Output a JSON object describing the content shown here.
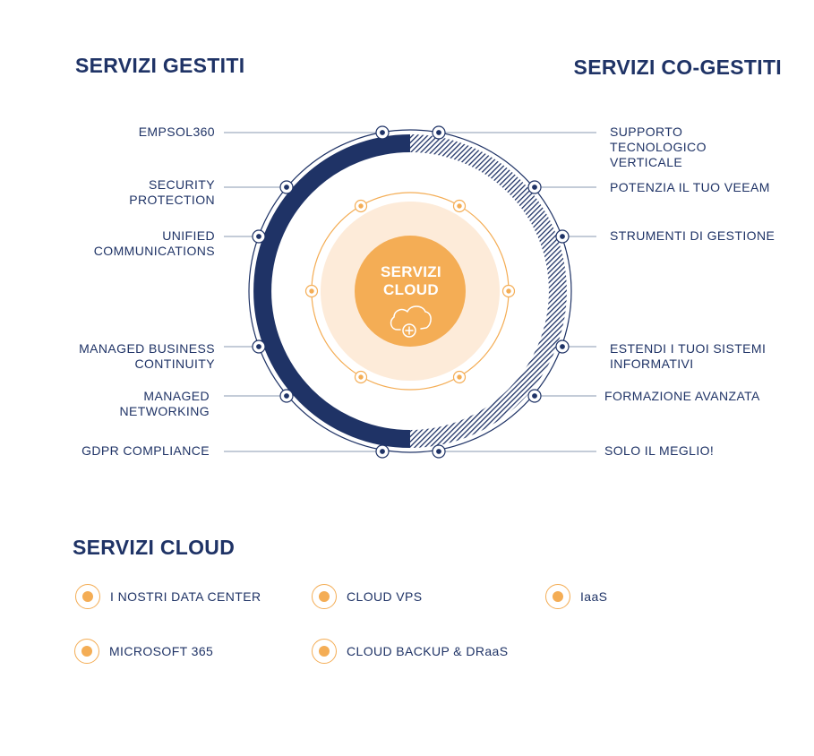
{
  "headings": {
    "managed": "SERVIZI GESTITI",
    "comanaged": "SERVIZI CO-GESTITI",
    "cloud": "SERVIZI CLOUD"
  },
  "center": {
    "title": "SERVIZI\nCLOUD",
    "icon": "cloud-plus-icon"
  },
  "managed_services": [
    "EMPSOL360",
    "SECURITY\nPROTECTION",
    "UNIFIED\nCOMMUNICATIONS",
    "MANAGED BUSINESS\nCONTINUITY",
    "MANAGED\nNETWORKING",
    "GDPR COMPLIANCE"
  ],
  "comanaged_services": [
    "SUPPORTO\nTECNOLOGICO\nVERTICALE",
    "POTENZIA IL TUO VEEAM",
    "STRUMENTI DI GESTIONE",
    "ESTENDI I TUOI SISTEMI\nINFORMATIVI",
    "FORMAZIONE AVANZATA",
    "SOLO IL MEGLIO!"
  ],
  "cloud_services": [
    "I NOSTRI DATA CENTER",
    "CLOUD VPS",
    "IaaS",
    "MICROSOFT 365",
    "CLOUD BACKUP & DRaaS"
  ],
  "colors": {
    "navy": "#1f3366",
    "orange": "#f4ad55",
    "peach": "#fdebd9",
    "line": "#8a98b0"
  }
}
